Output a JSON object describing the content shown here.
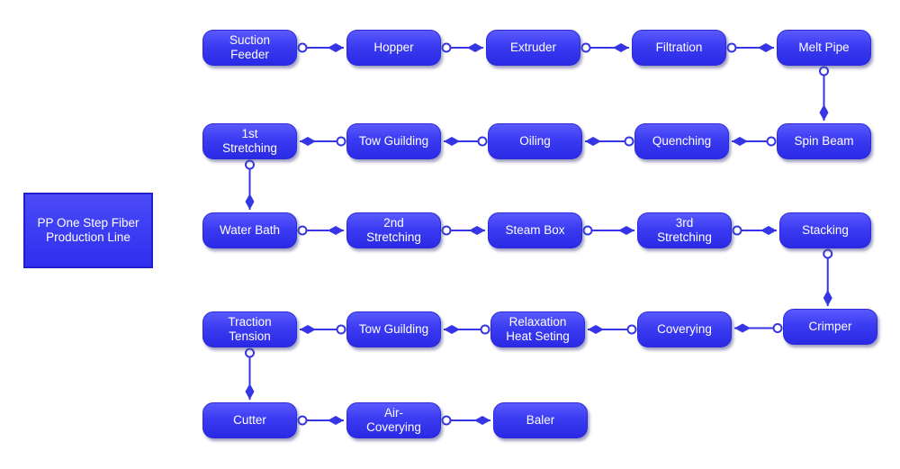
{
  "title": "PP One Step Fiber\nProduction Line",
  "colors": {
    "node_fill": "#3b3bf2",
    "node_border": "#2a2ad8",
    "connector": "#3535e6",
    "background": "#ffffff"
  },
  "nodes": {
    "suction_feeder": "Suction\nFeeder",
    "hopper": "Hopper",
    "extruder": "Extruder",
    "filtration": "Filtration",
    "melt_pipe": "Melt Pipe",
    "spin_beam": "Spin Beam",
    "quenching": "Quenching",
    "oiling": "Oiling",
    "tow_guilding_1": "Tow Guilding",
    "stretching_1st": "1st\nStretching",
    "water_bath": "Water Bath",
    "stretching_2nd": "2nd\nStretching",
    "steam_box": "Steam Box",
    "stretching_3rd": "3rd\nStretching",
    "stacking": "Stacking",
    "crimper": "Crimper",
    "coverying": "Coverying",
    "relaxation_heat_seting": "Relaxation\nHeat Seting",
    "tow_guilding_2": "Tow Guilding",
    "traction_tension": "Traction\nTension",
    "cutter": "Cutter",
    "air_coverying": "Air-\nCoverying",
    "baler": "Baler"
  },
  "flow": [
    [
      "suction_feeder",
      "hopper"
    ],
    [
      "hopper",
      "extruder"
    ],
    [
      "extruder",
      "filtration"
    ],
    [
      "filtration",
      "melt_pipe"
    ],
    [
      "melt_pipe",
      "spin_beam"
    ],
    [
      "spin_beam",
      "quenching"
    ],
    [
      "quenching",
      "oiling"
    ],
    [
      "oiling",
      "tow_guilding_1"
    ],
    [
      "tow_guilding_1",
      "stretching_1st"
    ],
    [
      "stretching_1st",
      "water_bath"
    ],
    [
      "water_bath",
      "stretching_2nd"
    ],
    [
      "stretching_2nd",
      "steam_box"
    ],
    [
      "steam_box",
      "stretching_3rd"
    ],
    [
      "stretching_3rd",
      "stacking"
    ],
    [
      "stacking",
      "crimper"
    ],
    [
      "crimper",
      "coverying"
    ],
    [
      "coverying",
      "relaxation_heat_seting"
    ],
    [
      "relaxation_heat_seting",
      "tow_guilding_2"
    ],
    [
      "tow_guilding_2",
      "traction_tension"
    ],
    [
      "traction_tension",
      "cutter"
    ],
    [
      "cutter",
      "air_coverying"
    ],
    [
      "air_coverying",
      "baler"
    ]
  ]
}
